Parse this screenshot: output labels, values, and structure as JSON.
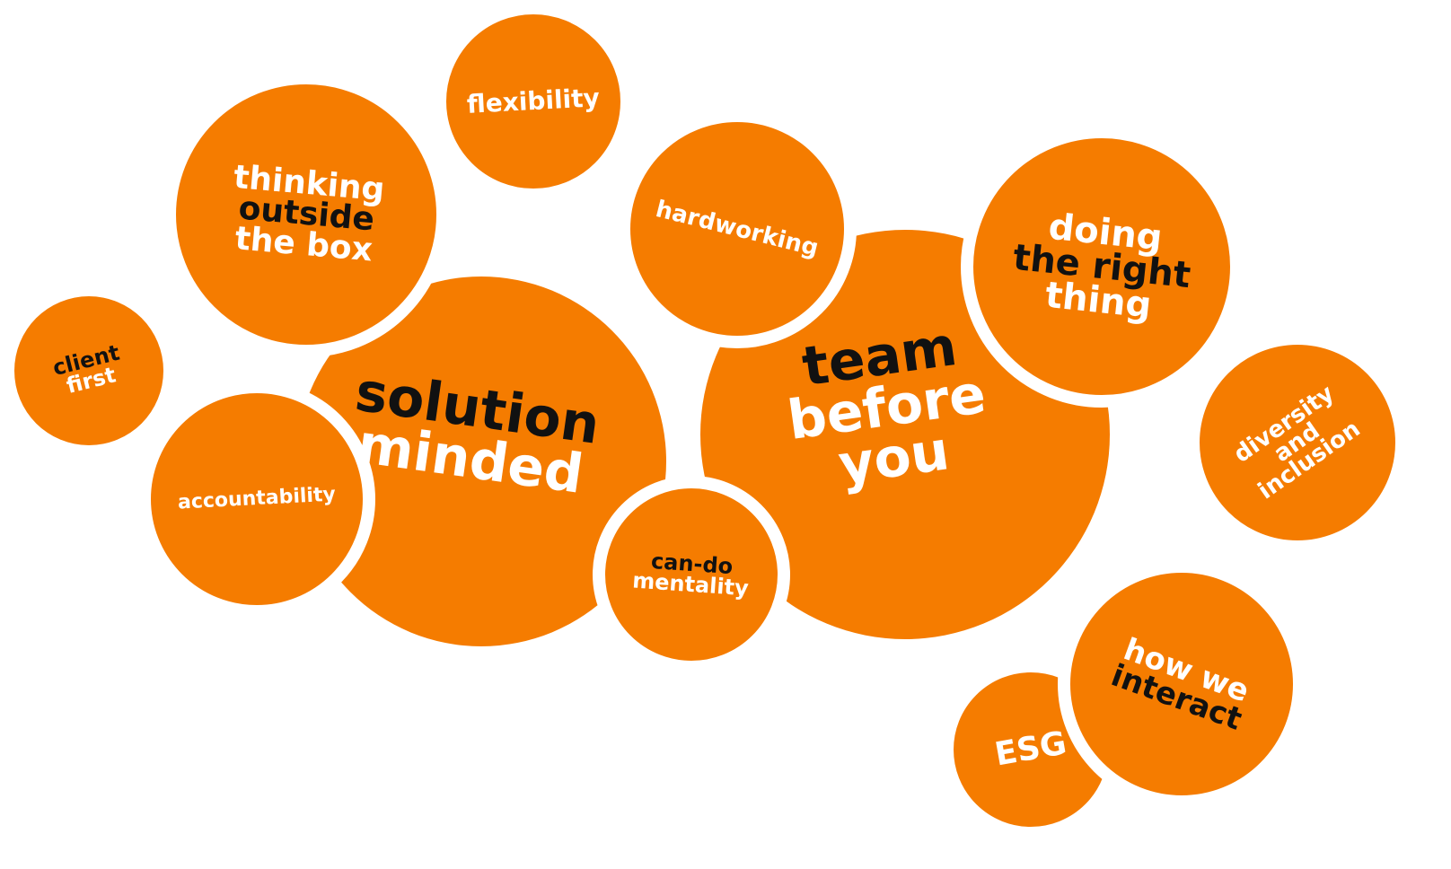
{
  "colors": {
    "bubble": "#F57C00",
    "light_text": "#FFFFFF",
    "dark_text": "#111111"
  },
  "bubbles": {
    "flexibility": {
      "lines": [
        "flexibility"
      ]
    },
    "thinking": {
      "lines": [
        "thinking",
        "outside",
        "the box"
      ]
    },
    "hardworking": {
      "lines": [
        "hardworking"
      ]
    },
    "doing": {
      "lines": [
        "doing",
        "the right",
        "thing"
      ]
    },
    "client": {
      "lines": [
        "client",
        "first"
      ]
    },
    "solution": {
      "lines": [
        "solution",
        "minded"
      ]
    },
    "team": {
      "lines": [
        "team",
        "before",
        "you"
      ]
    },
    "diversity": {
      "lines": [
        "diversity",
        "and",
        "inclusion"
      ]
    },
    "accountability": {
      "lines": [
        "accountability"
      ]
    },
    "cando": {
      "lines": [
        "can-do",
        "mentality"
      ]
    },
    "howwe": {
      "lines": [
        "how we",
        "interact"
      ]
    },
    "esg": {
      "lines": [
        "ESG"
      ]
    }
  }
}
